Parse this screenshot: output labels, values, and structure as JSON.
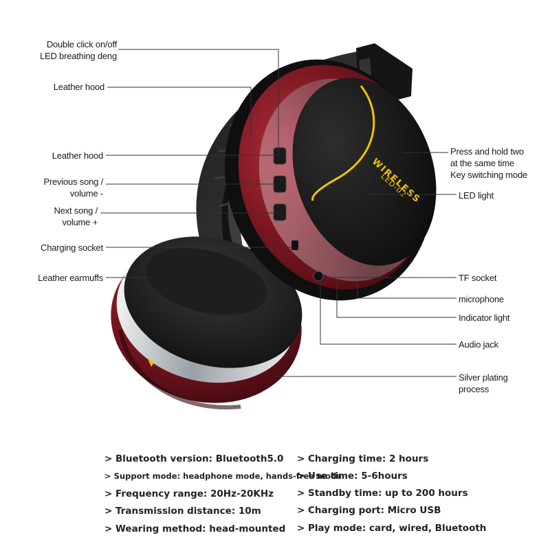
{
  "product": {
    "logo_text": "WIRELESS",
    "model_text": "LED-02"
  },
  "callouts": {
    "left": [
      {
        "id": "double-click",
        "lines": [
          "Double click on/off",
          "LED breathing deng"
        ]
      },
      {
        "id": "leather-hood-1",
        "lines": [
          "Leather hood"
        ]
      },
      {
        "id": "leather-hood-2",
        "lines": [
          "Leather hood"
        ]
      },
      {
        "id": "previous-song",
        "lines": [
          "Previous song /",
          "volume -"
        ]
      },
      {
        "id": "next-song",
        "lines": [
          "Next song /",
          "volume +"
        ]
      },
      {
        "id": "charging-socket",
        "lines": [
          "Charging socket"
        ]
      },
      {
        "id": "leather-earmuffs",
        "lines": [
          "Leather earmuffs"
        ]
      }
    ],
    "right": [
      {
        "id": "press-hold",
        "lines": [
          "Press and hold two",
          "at the same time",
          "Key switching mode"
        ]
      },
      {
        "id": "led-light",
        "lines": [
          "LED light"
        ]
      },
      {
        "id": "tf-socket",
        "lines": [
          "TF socket"
        ]
      },
      {
        "id": "microphone",
        "lines": [
          "microphone"
        ]
      },
      {
        "id": "indicator-light",
        "lines": [
          "Indicator light"
        ]
      },
      {
        "id": "audio-jack",
        "lines": [
          "Audio jack"
        ]
      },
      {
        "id": "silver-plating",
        "lines": [
          "Silver plating",
          "process"
        ]
      }
    ]
  },
  "specs": {
    "left": [
      "> Bluetooth version: Bluetooth5.0",
      "> Support mode: headphone mode, hands-free mode",
      "> Frequency range: 20Hz-20KHz",
      "> Transmission distance: 10m",
      "> Wearing method: head-mounted"
    ],
    "right": [
      "> Charging time: 2 hours",
      "> Use time: 5-6hours",
      "> Standby time: up to 200 hours",
      "> Charging port: Micro USB",
      "> Play mode: card, wired, Bluetooth"
    ]
  },
  "colors": {
    "shell_red": "#7a1620",
    "shell_black": "#111111",
    "accent_yellow": "#f2c400",
    "silver": "#cfd2d6"
  }
}
